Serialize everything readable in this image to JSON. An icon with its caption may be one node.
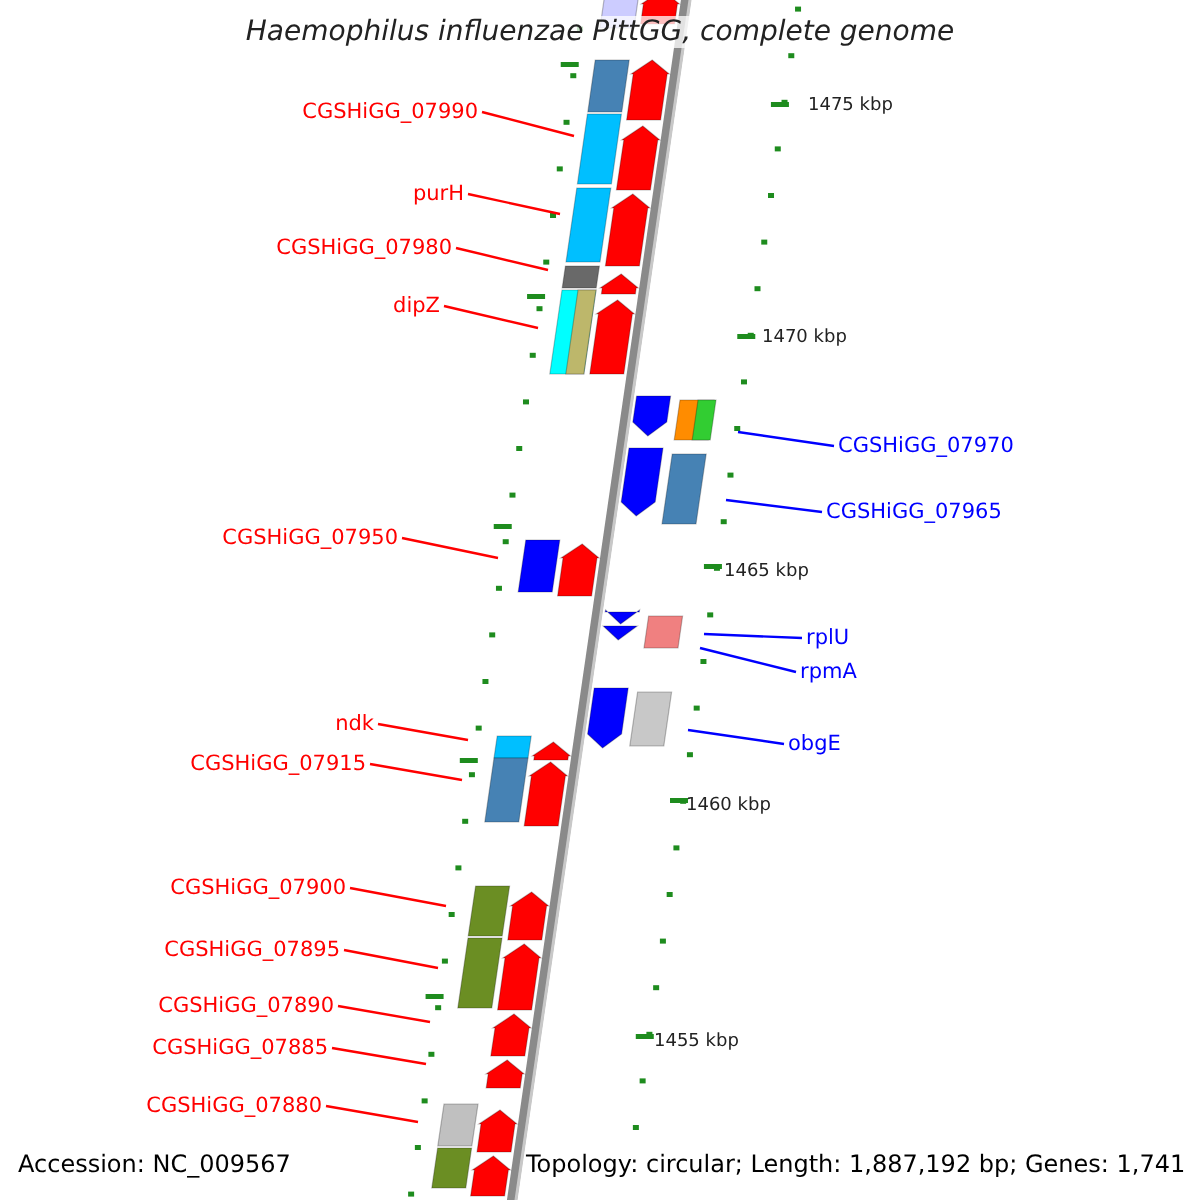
{
  "diagram": {
    "title": "Haemophilus influenzae PittGG, complete genome",
    "nodes": [
      {
        "text": [
          "CGSHiGG_07990"
        ]
      },
      {
        "text": [
          "purH"
        ]
      },
      {
        "text": [
          "CGSHiGG_07980"
        ]
      },
      {
        "text": [
          "dipZ"
        ]
      },
      {
        "text": [
          "CGSHiGG_07970"
        ]
      },
      {
        "text": [
          "CGSHiGG_07965"
        ]
      },
      {
        "text": [
          "CGSHiGG_07950"
        ]
      },
      {
        "text": [
          "rplU"
        ]
      },
      {
        "text": [
          "rpmA"
        ]
      },
      {
        "text": [
          "obgE"
        ]
      },
      {
        "text": [
          "ndk"
        ]
      },
      {
        "text": [
          "CGSHiGG_07915"
        ]
      },
      {
        "text": [
          "CGSHiGG_07900"
        ]
      },
      {
        "text": [
          "CGSHiGG_07895"
        ]
      },
      {
        "text": [
          "CGSHiGG_07890"
        ]
      },
      {
        "text": [
          "CGSHiGG_07885"
        ]
      },
      {
        "text": [
          "CGSHiGG_07880"
        ]
      }
    ],
    "edges": [
      {
        "from": 0,
        "to": null,
        "arrow": "none"
      },
      {
        "from": 1,
        "to": null,
        "arrow": "none"
      },
      {
        "from": 2,
        "to": null,
        "arrow": "none"
      },
      {
        "from": 3,
        "to": null,
        "arrow": "none"
      },
      {
        "from": 4,
        "to": null,
        "arrow": "none",
        "color": "#0000ff"
      },
      {
        "from": 5,
        "to": null,
        "arrow": "none",
        "color": "#0000ff"
      },
      {
        "from": 6,
        "to": null,
        "arrow": "none"
      },
      {
        "from": 7,
        "to": null,
        "arrow": "none",
        "color": "#0000ff"
      },
      {
        "from": 8,
        "to": null,
        "arrow": "none",
        "color": "#0000ff"
      },
      {
        "from": 9,
        "to": null,
        "arrow": "none",
        "color": "#0000ff"
      },
      {
        "from": 10,
        "to": null,
        "arrow": "none"
      },
      {
        "from": 11,
        "to": null,
        "arrow": "none"
      },
      {
        "from": 12,
        "to": null,
        "arrow": "none"
      },
      {
        "from": 13,
        "to": null,
        "arrow": "none"
      },
      {
        "from": 14,
        "to": null,
        "arrow": "none"
      },
      {
        "from": 15,
        "to": null,
        "arrow": "none"
      },
      {
        "from": 16,
        "to": null,
        "arrow": "none"
      }
    ],
    "labels": [
      "1475 kbp",
      "1470 kbp",
      "1465 kbp",
      "1460 kbp",
      "1455 kbp",
      "Accession: NC_009567",
      "Topology: circular; Length: 1,887,192 bp; Genes: 1,741"
    ]
  }
}
